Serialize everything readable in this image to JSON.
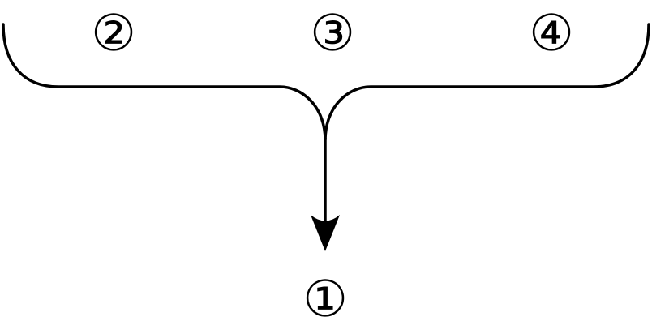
{
  "diagram": {
    "top_labels": [
      "②",
      "③",
      "④"
    ],
    "bottom_label": "①",
    "line_color": "#000000",
    "background": "#ffffff"
  }
}
